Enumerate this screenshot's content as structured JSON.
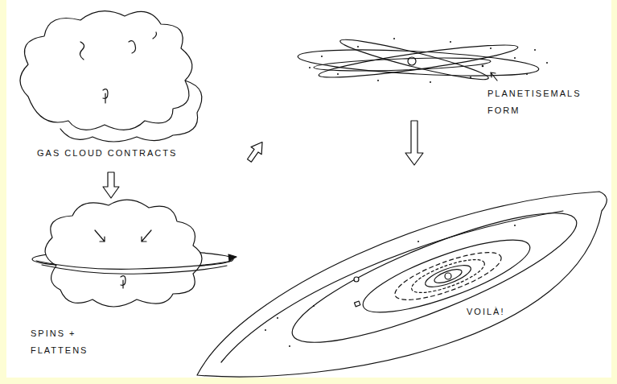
{
  "diagram": {
    "labels": [
      "GAS CLOUD CONTRACTS",
      "SPINS + FLATTENS",
      "PLANETISEMALS FORM",
      "VOILÀ!"
    ]
  }
}
